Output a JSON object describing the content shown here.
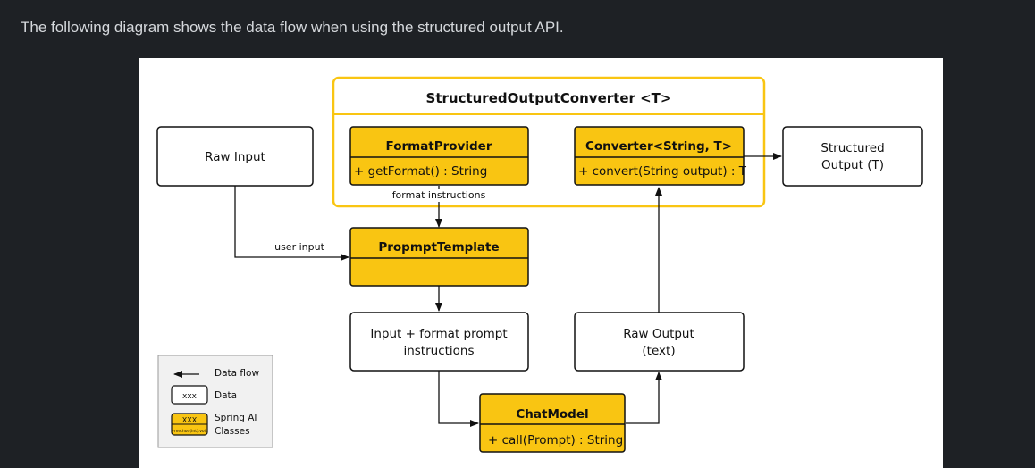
{
  "intro": "The following diagram shows the data flow when using the structured output API.",
  "diagram": {
    "converter_group": "StructuredOutputConverter <T>",
    "raw_input": "Raw Input",
    "structured_output": [
      "Structured",
      "Output (T)"
    ],
    "format_provider": {
      "title": "FormatProvider",
      "method": "+ getFormat() : String"
    },
    "converter": {
      "title": "Converter<String, T>",
      "method": "+ convert(String output) : T"
    },
    "format_instructions": "format instructions",
    "user_input": "user input",
    "prompt_template": {
      "title": "PropmptTemplate"
    },
    "input_format": [
      "Input + format prompt",
      "instructions"
    ],
    "raw_output": [
      "Raw Output",
      "(text)"
    ],
    "chat_model": {
      "title": "ChatModel",
      "method": "+ call(Prompt) : String"
    }
  },
  "legend": {
    "data_flow": "Data flow",
    "data_box": "xxx",
    "data": "Data",
    "class_box": "XXX",
    "class_method": "+method(int):void",
    "spring_ai": "Spring AI",
    "classes": "Classes"
  },
  "colors": {
    "page_bg": "#1e2125",
    "canvas_bg": "#ffffff",
    "class_fill": "#f9c512",
    "group_border": "#f9c512"
  }
}
